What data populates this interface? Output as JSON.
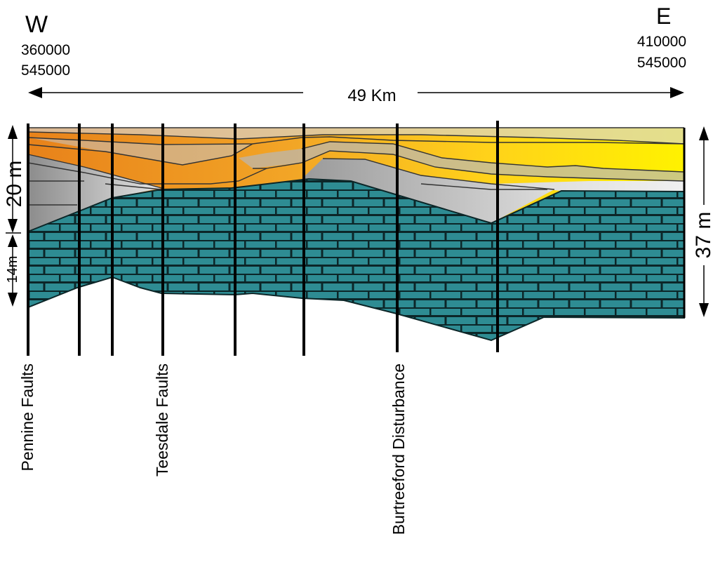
{
  "west": {
    "direction": "W",
    "easting": "360000",
    "northing": "545000"
  },
  "east": {
    "direction": "E",
    "easting": "410000",
    "northing": "545000"
  },
  "section_length": "49 Km",
  "left_scale": {
    "upper": "20 m",
    "lower": "14m"
  },
  "right_scale": "37 m",
  "fault_labels": {
    "pennine": "Pennine Faults",
    "teesdale": "Teesdale Faults",
    "burtreeford": "Burtreeford Disturbance"
  },
  "colors": {
    "limestone": "#2e8c93",
    "limestone_lines": "#0c2628",
    "orange": "#e8821a",
    "yellow": "#ffee00",
    "shale_grey": "#9a9a9a",
    "light_grey": "#d8d8d8"
  }
}
